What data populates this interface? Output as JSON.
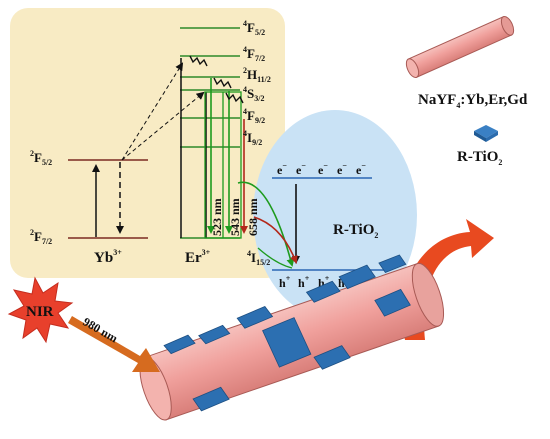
{
  "figure": {
    "colors": {
      "panel_fill": "#f8ebc4",
      "circle_fill": "#c9e2f5",
      "rod_fill": "#f0a3a0",
      "rod_stroke": "#a85a55",
      "platelet_fill": "#2c6fb1",
      "yb_level_color": "#7b2a22",
      "er_level_color": "#2d8a2a",
      "green_emission": "#1e9b1e",
      "red_emission": "#b3281b",
      "nir_star": "#e83a2a",
      "nir_arrow": "#d66b1f",
      "curved_arrow": "#e85a20"
    },
    "yb": {
      "label_base": "Yb",
      "label_charge": "3+",
      "upper_level": {
        "base": "2",
        "name": "F",
        "sub": "5/2"
      },
      "lower_level": {
        "base": "2",
        "name": "F",
        "sub": "7/2"
      }
    },
    "er": {
      "label_base": "Er",
      "label_charge": "3+",
      "levels": [
        {
          "sup": "4",
          "name": "F",
          "sub": "5/2"
        },
        {
          "sup": "4",
          "name": "F",
          "sub": "7/2"
        },
        {
          "sup": "2",
          "name": "H",
          "sub": "11/2"
        },
        {
          "sup": "4",
          "name": "S",
          "sub": "3/2"
        },
        {
          "sup": "4",
          "name": "F",
          "sub": "9/2"
        },
        {
          "sup": "4",
          "name": "I",
          "sub": "9/2"
        },
        {
          "sup": "4",
          "name": "I",
          "sub": "15/2"
        }
      ],
      "emissions": [
        {
          "wavelength_label": "523 nm",
          "color": "green"
        },
        {
          "wavelength_label": "543 nm",
          "color": "green"
        },
        {
          "wavelength_label": "658 nm",
          "color": "red"
        }
      ]
    },
    "tio2": {
      "label": "R-TiO",
      "label_sub": "2",
      "electron": "e",
      "electron_sign": "−",
      "hole": "h",
      "hole_sign": "+"
    },
    "legend": {
      "rod_label_parts": [
        "NaYF",
        "4",
        ":Yb,Er,Gd"
      ],
      "platelet_label": "R-TiO",
      "platelet_label_sub": "2"
    },
    "nir": {
      "label": "NIR",
      "wavelength": "980 nm"
    }
  }
}
